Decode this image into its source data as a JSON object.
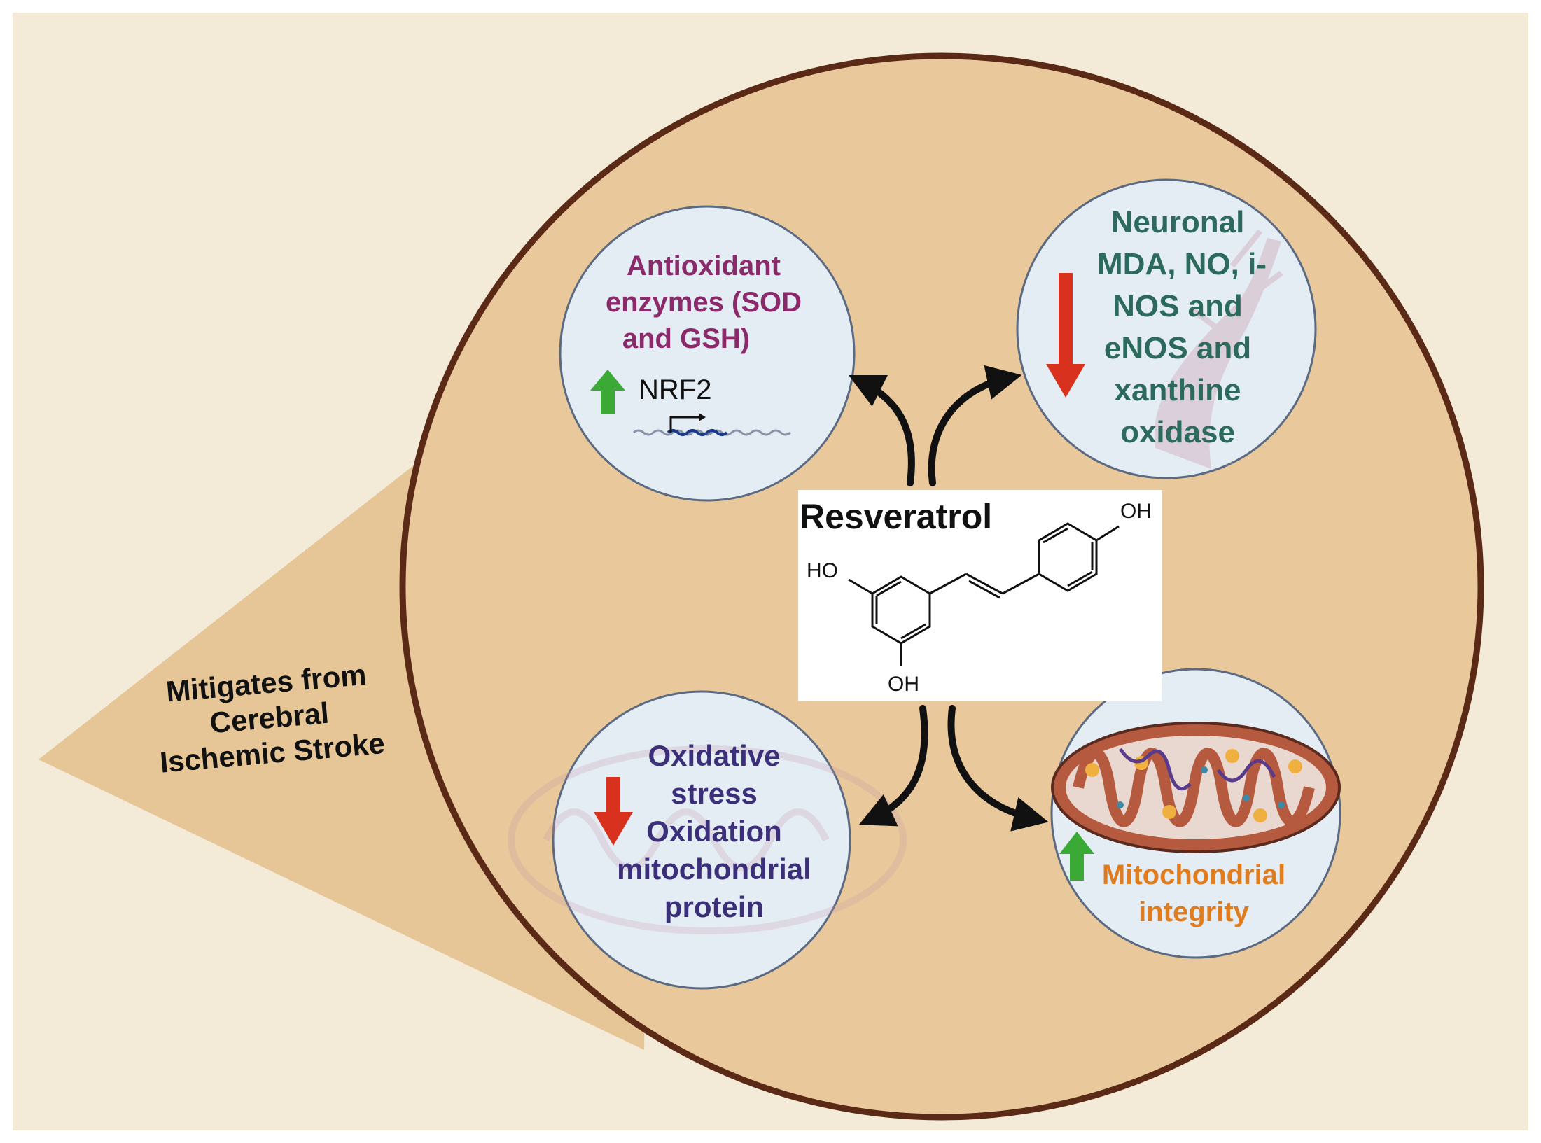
{
  "side_label": {
    "lines": [
      "Mitigates from",
      "Cerebral",
      "Ischemic Stroke"
    ]
  },
  "center": {
    "title": "Resveratrol",
    "atoms": {
      "oh_top": "OH",
      "ho_left": "HO",
      "oh_bottom": "OH"
    }
  },
  "nodes": {
    "antioxidant": {
      "lines": [
        "Antioxidant",
        "enzymes (SOD",
        "and GSH)"
      ],
      "gene": "NRF2",
      "direction": "up"
    },
    "neuronal": {
      "lines": [
        "Neuronal",
        "MDA,  NO, i-",
        "NOS and",
        "eNOS and",
        "xanthine",
        "oxidase"
      ],
      "direction": "down"
    },
    "oxidative": {
      "lines": [
        "Oxidative",
        "stress",
        "Oxidation",
        "mitochondrial",
        "protein"
      ],
      "direction": "down"
    },
    "mito": {
      "lines": [
        "Mitochondrial",
        "integrity"
      ],
      "direction": "up"
    }
  },
  "colors": {
    "page_bg": "#f3ead8",
    "circle_fill": "#e9c89b",
    "circle_stroke": "#5a2a16",
    "cone_fill": "#e6c697",
    "node_fill": "#e4ecf4",
    "node_stroke": "#5a6a82",
    "antioxidant_text": "#8a2a6a",
    "neuronal_text": "#2d6a5e",
    "oxidative_text": "#3c2f7a",
    "mito_text": "#e07b1e",
    "up_arrow": "#3aa935",
    "down_arrow": "#d8321e",
    "connector": "#111111"
  }
}
